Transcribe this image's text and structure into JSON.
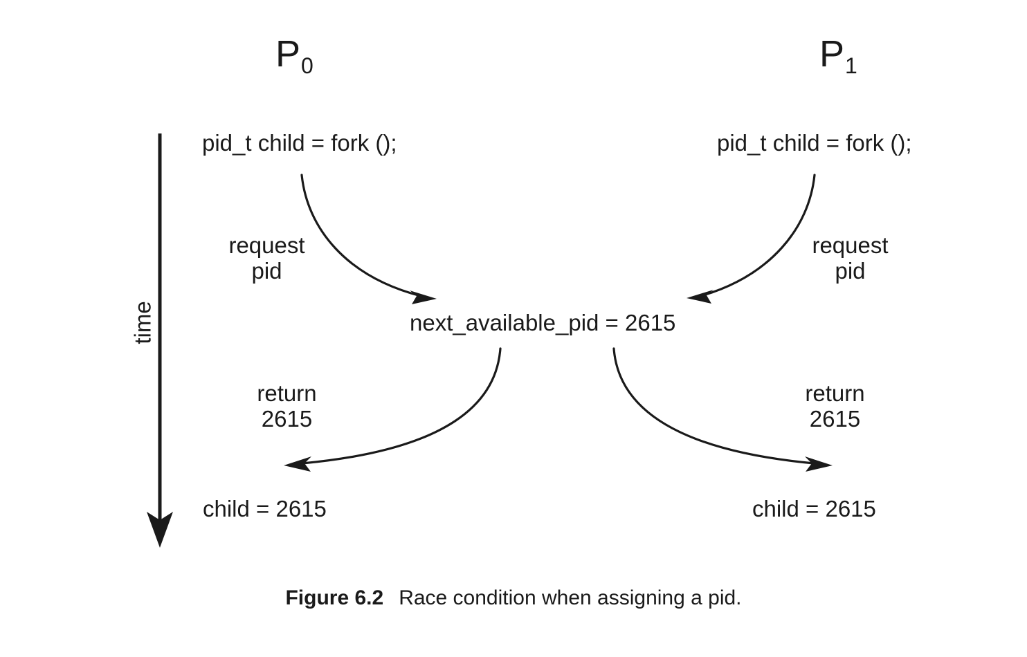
{
  "figure": {
    "caption_label": "Figure 6.2",
    "caption_text": "Race condition when assigning a pid.",
    "background_color": "#ffffff",
    "ink_color": "#1a1a1a"
  },
  "axis": {
    "label": "time",
    "direction": "downward"
  },
  "processes": [
    {
      "name_base": "P",
      "name_sub": "0",
      "code": "pid_t child = fork ();",
      "request_line1": "request",
      "request_line2": "pid",
      "return_line1": "return",
      "return_line2": "2615",
      "result": "child = 2615"
    },
    {
      "name_base": "P",
      "name_sub": "1",
      "code": "pid_t child = fork ();",
      "request_line1": "request",
      "request_line2": "pid",
      "return_line1": "return",
      "return_line2": "2615",
      "result": "child = 2615"
    }
  ],
  "shared": {
    "variable_label": "next_available_pid = 2615"
  }
}
